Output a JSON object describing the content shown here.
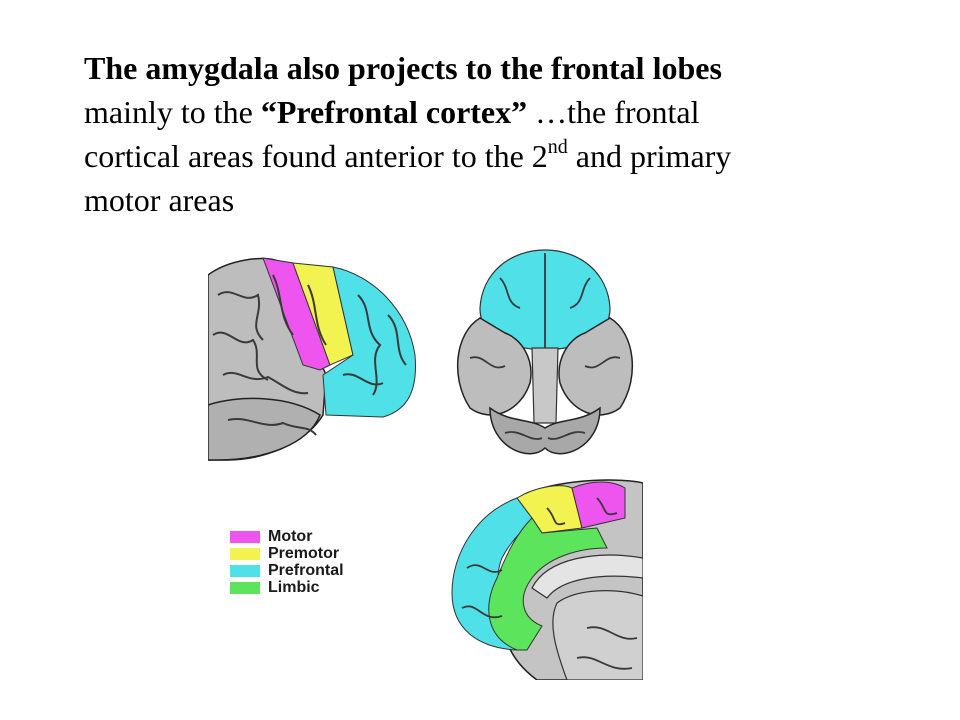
{
  "text": {
    "line1_bold": "The amygdala also projects to the frontal lobes",
    "line2_a": "mainly to the ",
    "line2_b": "“Prefrontal cortex”",
    "line2_c": " …the frontal",
    "line3_a": "cortical areas found anterior to the 2",
    "line3_sup": "nd",
    "line3_b": " and primary",
    "line4": "motor areas"
  },
  "legend": [
    {
      "label": "Motor",
      "color": "#ee55ee"
    },
    {
      "label": "Premotor",
      "color": "#f2f250"
    },
    {
      "label": "Prefrontal",
      "color": "#50e0e8"
    },
    {
      "label": "Limbic",
      "color": "#5de45d"
    }
  ],
  "colors": {
    "motor": "#ee55ee",
    "premotor": "#f2f250",
    "prefrontal": "#50e0e8",
    "limbic": "#5de45d",
    "brain_gray": "#bdbdbd",
    "sulcus": "#3a3a3a"
  }
}
